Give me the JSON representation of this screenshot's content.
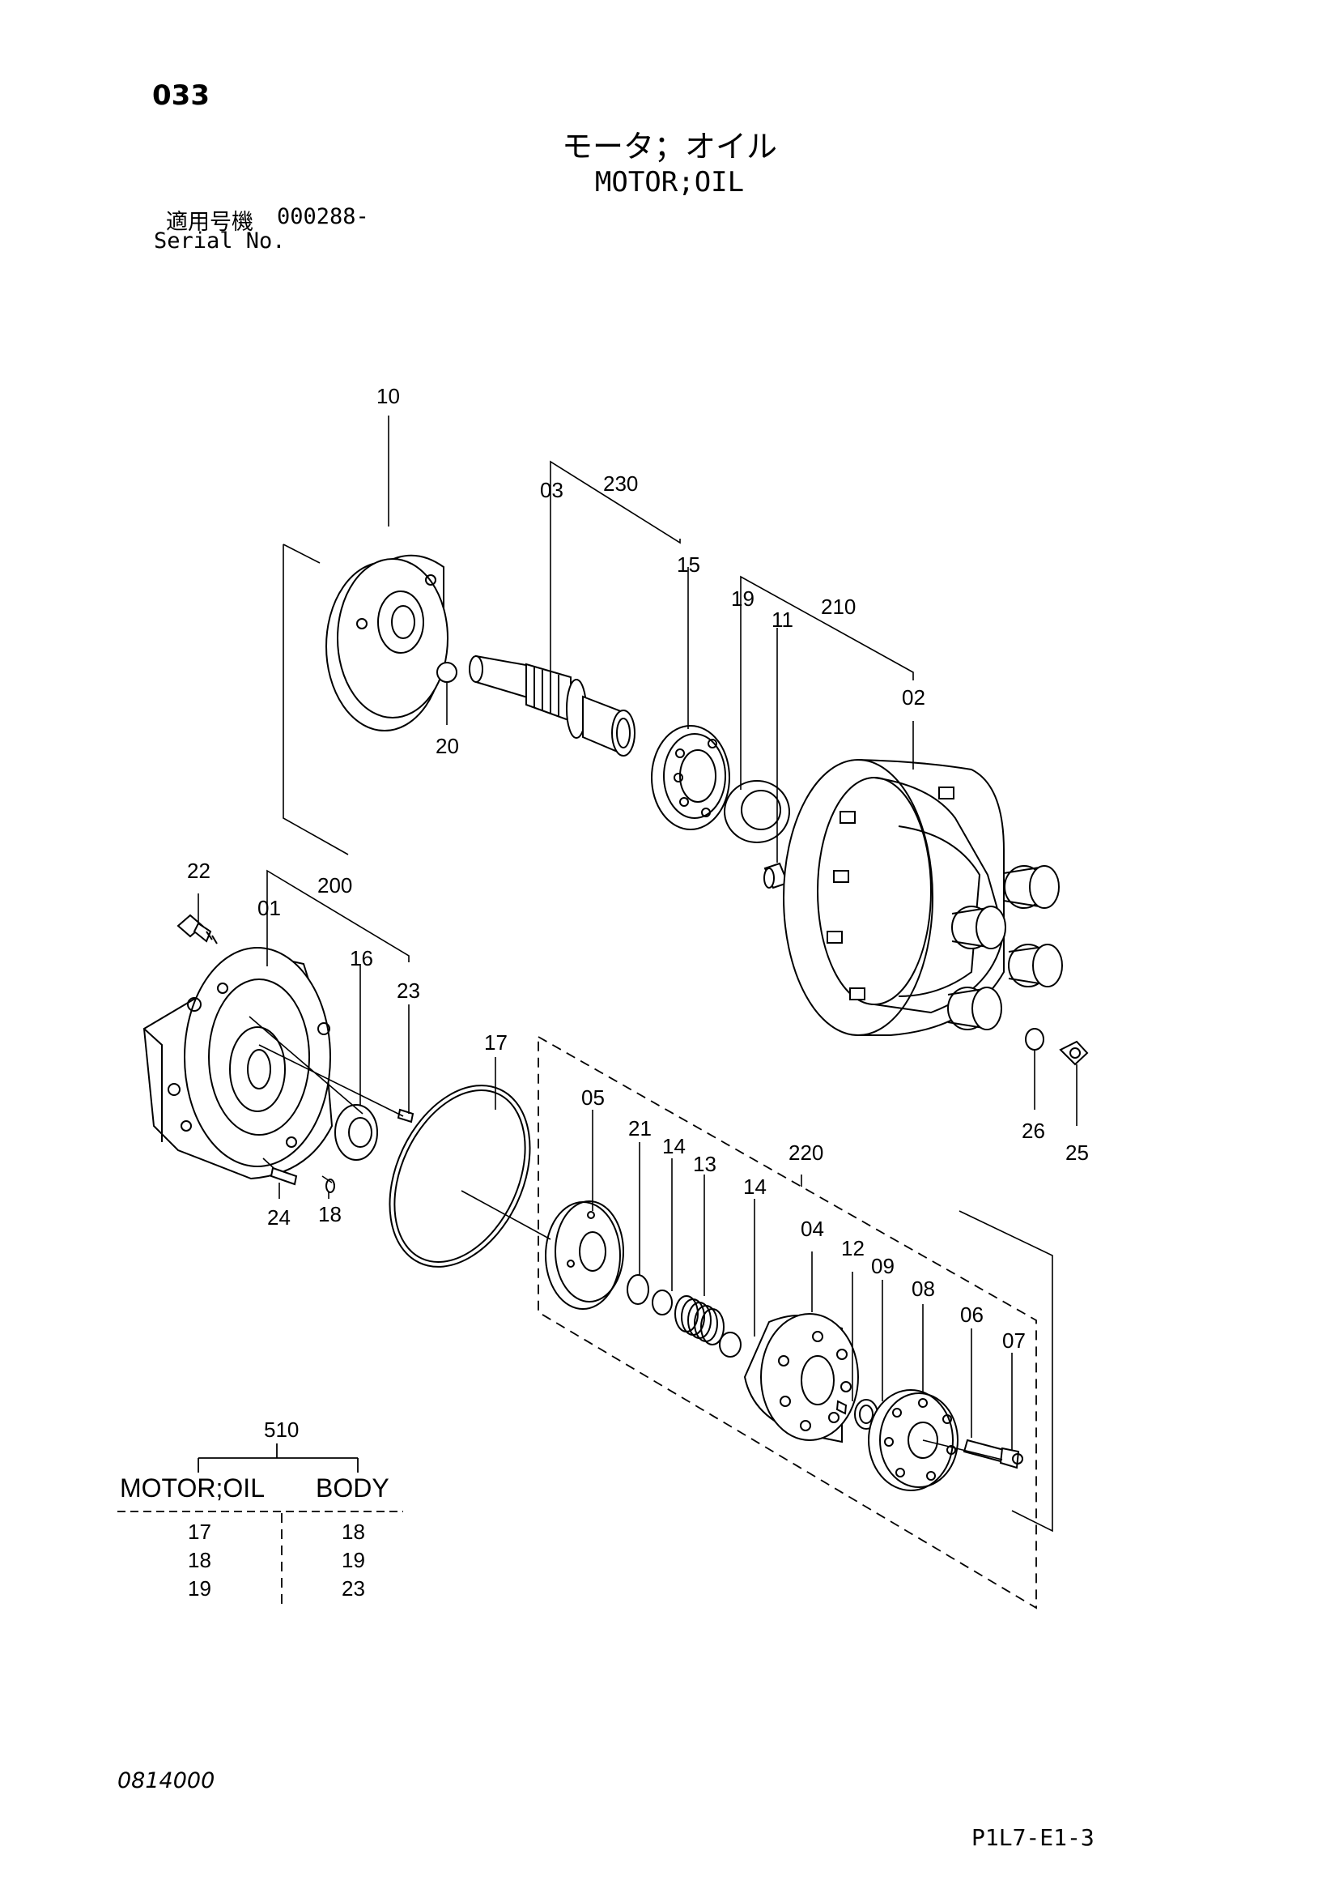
{
  "page_number": "033",
  "title_jp": "モータ；オイル",
  "title_en": "MOTOR;OIL",
  "serial": {
    "label_jp": "適用号機",
    "value": "000288-",
    "label_en": "Serial No."
  },
  "callouts": {
    "c10": "10",
    "c230": "230",
    "c03": "03",
    "c15": "15",
    "c20": "20",
    "c19": "19",
    "c210": "210",
    "c11": "11",
    "c02": "02",
    "c22": "22",
    "c200": "200",
    "c01": "01",
    "c16": "16",
    "c23": "23",
    "c17": "17",
    "c24": "24",
    "c18": "18",
    "c26": "26",
    "c25": "25",
    "c05": "05",
    "c21": "21",
    "c14a": "14",
    "c13": "13",
    "c14b": "14",
    "c220": "220",
    "c04": "04",
    "c12": "12",
    "c09": "09",
    "c08": "08",
    "c06": "06",
    "c07": "07"
  },
  "interchange": {
    "group": "510",
    "col1_header": "MOTOR;OIL",
    "col2_header": "BODY",
    "rows": [
      {
        "motor_oil": "17",
        "body": "18"
      },
      {
        "motor_oil": "18",
        "body": "19"
      },
      {
        "motor_oil": "19",
        "body": "23"
      }
    ]
  },
  "doc_code": "0814000",
  "page_code": "P1L7-E1-3"
}
